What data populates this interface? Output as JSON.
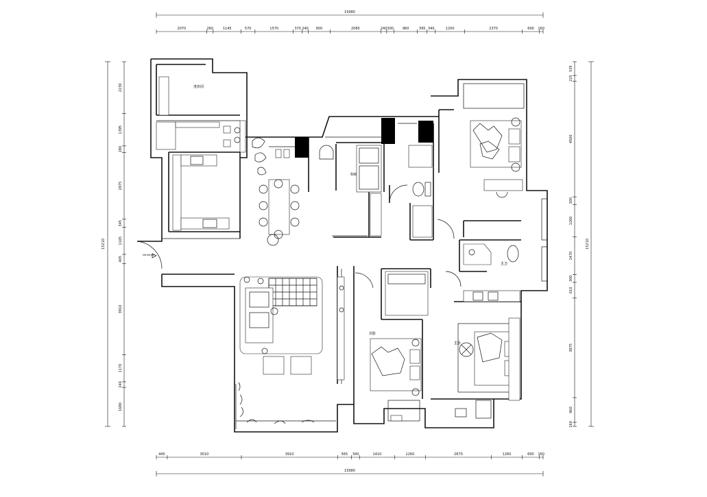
{
  "top_overall": "15980",
  "top_segments": [
    "2070",
    "260",
    "1145",
    "570",
    "1570",
    "370",
    "240",
    "900",
    "2080",
    "240",
    "300",
    "960",
    "395",
    "340",
    "1200",
    "2370",
    "690",
    "160"
  ],
  "bottom_overall": "15980",
  "bottom_segments": [
    "445",
    "3010",
    "3910",
    "565",
    "340",
    "1410",
    "1260",
    "2670",
    "1260",
    "690",
    "160"
  ],
  "left_overall": "15210",
  "left_segments": [
    "2230",
    "1395",
    "280",
    "2875",
    "345",
    "1165",
    "405",
    "3910",
    "1170",
    "240",
    "1680"
  ],
  "right_overall": "15210",
  "right_segments": [
    "535",
    "225",
    "4500",
    "300",
    "1260",
    "1470",
    "300",
    "610",
    "3875",
    "960",
    "160"
  ],
  "rooms": {
    "laundry": "洗衣间",
    "study": "书房",
    "bedroom2": "次卧",
    "master_bath": "主卫",
    "master_bed": "主卧",
    "entry_arrow": "⇨⇨⇨"
  }
}
